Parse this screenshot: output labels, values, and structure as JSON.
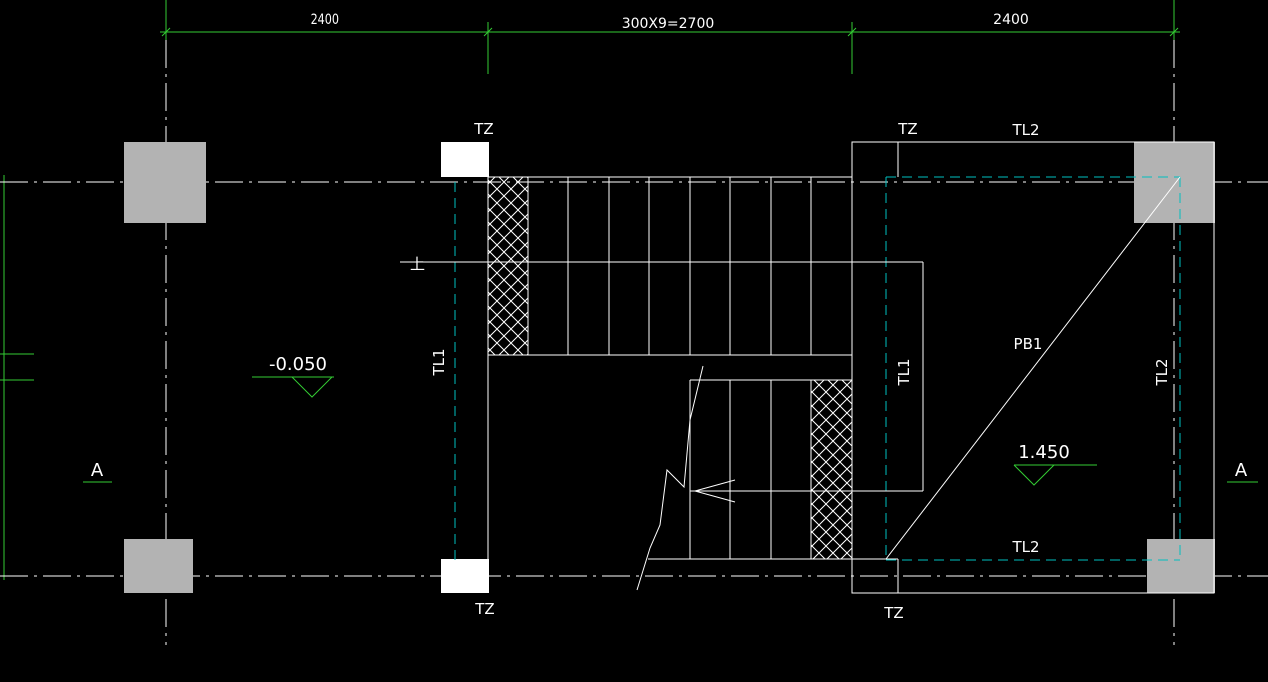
{
  "colors": {
    "background": "#000000",
    "line": "#ffffff",
    "dimension": "#33cc33",
    "axis": "#ffffff",
    "hidden_beam": "#00bfbf",
    "column_gray": "#b3b3b3",
    "column_white": "#ffffff"
  },
  "dimensions": {
    "left": "2400",
    "middle": "300X9=2700",
    "right": "2400"
  },
  "labels": {
    "tz_top_left": "TZ",
    "tz_top_right": "TZ",
    "tl2_top": "TL2",
    "tz_bottom_left": "TZ",
    "tz_bottom_right": "TZ",
    "tl2_bottom": "TL2",
    "tl1_left": "TL1",
    "tl1_right": "TL1",
    "tl2_right": "TL2",
    "pb1": "PB1",
    "up_mark": "上",
    "elev_left": "-0.050",
    "elev_right": "1.450",
    "section_left": "A",
    "section_right": "A"
  }
}
